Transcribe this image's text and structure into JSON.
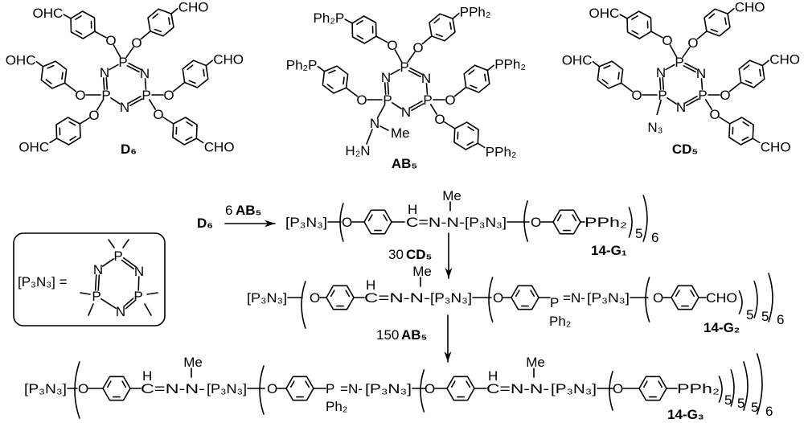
{
  "atoms": {
    "P": "P",
    "N": "N",
    "O": "O"
  },
  "compounds": {
    "D6": {
      "label": "D₆",
      "left_group": "OHC",
      "right_group": "CHO"
    },
    "AB5": {
      "label": "AB₅",
      "left_group": "Ph₂P",
      "right_group": "PPh₂",
      "methyl": "Me",
      "amine": "H₂N"
    },
    "CD5": {
      "label": "CD₅",
      "left_group": "OHC",
      "right_group": "CHO",
      "azide": "N₃"
    }
  },
  "legend": {
    "lhs": "[P₃N₃] ="
  },
  "scheme": {
    "start": "D₆",
    "steps": [
      {
        "equiv": "6",
        "reagent": "AB₅"
      },
      {
        "equiv": "30",
        "reagent": "CD₅"
      },
      {
        "equiv": "150",
        "reagent": "AB₅"
      }
    ],
    "fragments": {
      "core": "[P₃N₃]",
      "imine_h": "H",
      "hydrazone": "C=N-N-",
      "methyl": "Me",
      "phosphine": "PPh₂",
      "phenyls": "Ph₂",
      "phosphazene": "=N-",
      "aldehyde": "CHO",
      "repeat_inner": "5",
      "repeat_outer": "6"
    },
    "products": [
      "14-G₁",
      "14-G₂",
      "14-G₃"
    ]
  }
}
